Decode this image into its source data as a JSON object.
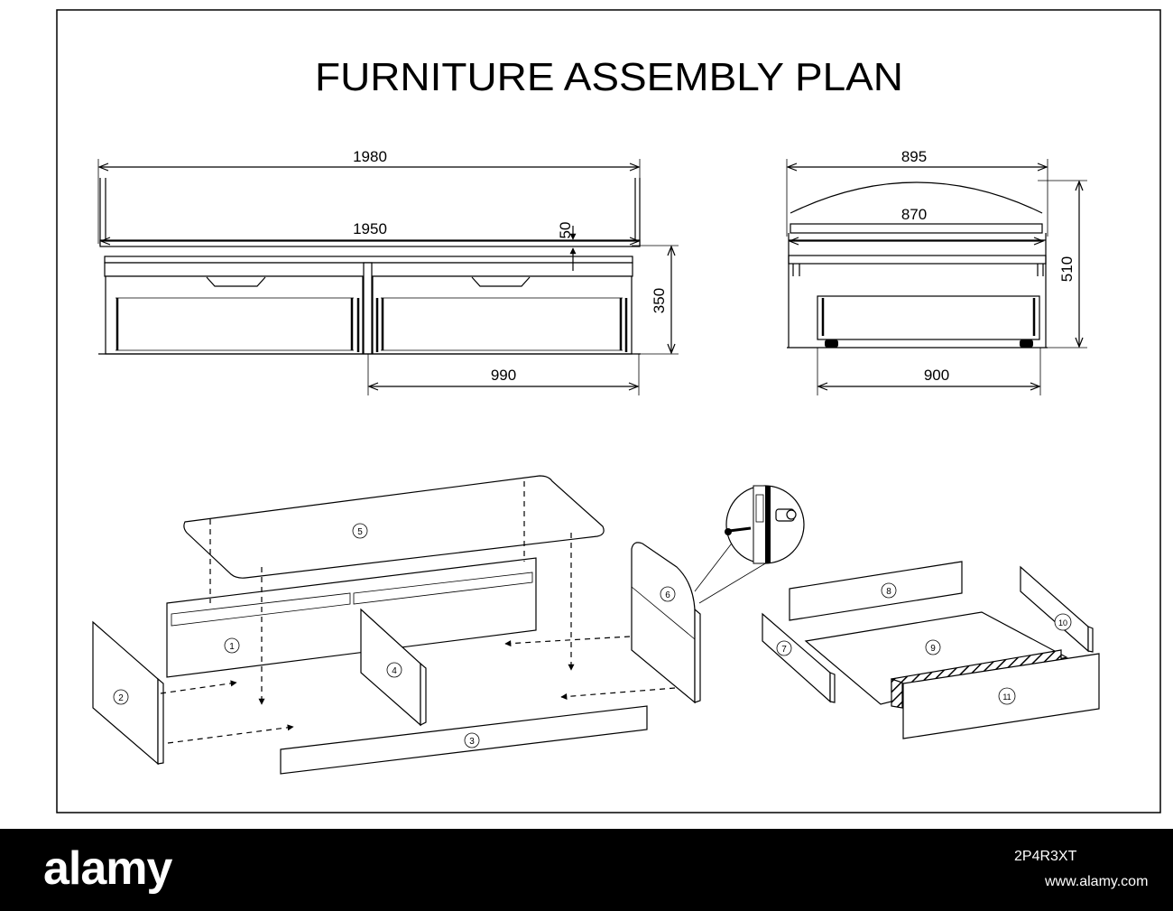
{
  "title": "FURNITURE ASSEMBLY PLAN",
  "dimensions": {
    "front_total_width": "1980",
    "front_inner_width": "1950",
    "top_thickness": "50",
    "front_height": "350",
    "drawer_width": "990",
    "side_total_depth": "895",
    "side_inner_depth": "870",
    "side_height": "510",
    "drawer_depth": "900"
  },
  "parts": [
    "1",
    "2",
    "3",
    "4",
    "5",
    "6",
    "7",
    "8",
    "9",
    "10",
    "11"
  ],
  "watermark": {
    "brand": "alamy",
    "image_id": "2P4R3XT",
    "site": "www.alamy.com"
  }
}
